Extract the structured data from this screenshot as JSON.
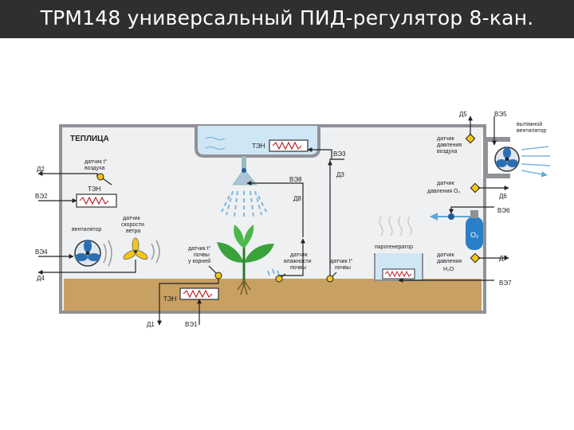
{
  "title": "ТРМ148 универсальный ПИД-регулятор 8-кан.",
  "greenhouse_label": "ТЕПЛИЦА",
  "colors": {
    "wall": "#8f9296",
    "soil": "#c8a062",
    "water": "#cfe6f4",
    "sensor": "#f2c619",
    "plant": "#3aa23a",
    "line": "#222222",
    "heater": "#c0262c"
  },
  "labels": {
    "air_temp_sensor": [
      "датчик t°",
      "воздуха"
    ],
    "heater_top": "ТЭН",
    "heater_left": "ТЭН",
    "heater_soil": "ТЭН",
    "fan_left": "вентилятор",
    "wind_sensor": [
      "датчик",
      "скорости",
      "ветра"
    ],
    "root_temp_sensor": [
      "датчик t°",
      "почвы",
      "у корней"
    ],
    "moisture_sensor": [
      "датчик",
      "влажности",
      "почвы"
    ],
    "soil_temp_sensor": [
      "датчик t°",
      "почвы"
    ],
    "steam_generator": "парогенератор",
    "air_pressure_sensor": [
      "датчик",
      "давления",
      "воздуха"
    ],
    "o2_sensor": [
      "датчик",
      "давления O₂"
    ],
    "h2o_sensor": [
      "датчик",
      "давления",
      "H₂O"
    ],
    "exhaust_fan": [
      "вытяжной",
      "вентилятор"
    ],
    "o2_tank": "O₂"
  },
  "signals": {
    "d1": "Д1",
    "d2": "Д2",
    "d3": "Д3",
    "d4": "Д4",
    "d5": "Д5",
    "d6": "Д6",
    "d7": "Д7",
    "d8": "Д8",
    "ve1": "ВЭ1",
    "ve2": "ВЭ2",
    "ve3": "ВЭ3",
    "ve4": "ВЭ4",
    "ve5": "ВЭ5",
    "ve6": "ВЭ6",
    "ve7": "ВЭ7",
    "ve8": "ВЭ8"
  }
}
